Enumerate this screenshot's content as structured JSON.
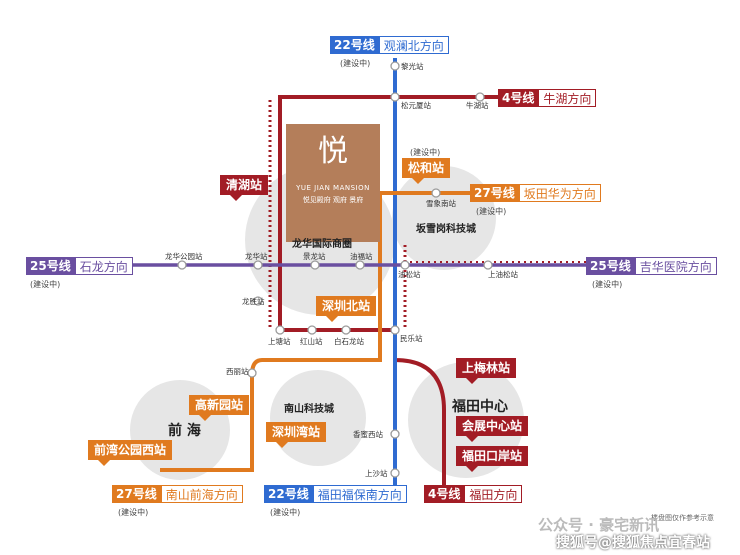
{
  "colors": {
    "line22": "#2f6bd1",
    "line4": "#a21c25",
    "line27": "#e07a1f",
    "line25": "#6a4fa0"
  },
  "labels": {
    "l22_north": {
      "num": "22号线",
      "dest": "观澜北方向",
      "sub": "(建设中)"
    },
    "l4_north": {
      "num": "4号线",
      "dest": "牛湖方向"
    },
    "l27_north": {
      "num": "27号线",
      "dest": "坂田华为方向",
      "sub": "(建设中)"
    },
    "l25_west": {
      "num": "25号线",
      "dest": "石龙方向",
      "sub": "(建设中)"
    },
    "l25_east": {
      "num": "25号线",
      "dest": "吉华医院方向",
      "sub": "(建设中)"
    },
    "l27_south": {
      "num": "27号线",
      "dest": "南山前海方向",
      "sub": "(建设中)"
    },
    "l22_south": {
      "num": "22号线",
      "dest": "福田福保南方向",
      "sub": "(建设中)"
    },
    "l4_south": {
      "num": "4号线",
      "dest": "福田方向"
    }
  },
  "tags": {
    "songhe_sub": "(建设中)",
    "songhe": "松和站",
    "qinghu": "清湖站",
    "shenzhenbei": "深圳北站",
    "shangmeilin": "上梅林站",
    "huizhan": "会展中心站",
    "futian_kouan": "福田口岸站",
    "gaoxinyuan": "高新园站",
    "shenzhenwan": "深圳湾站",
    "qianwan": "前湾公园西站"
  },
  "areas": {
    "longhua": "龙华国际商圈",
    "bantian": "坂雪岗科技城",
    "nanshan": "南山科技城",
    "qianhai": "前 海",
    "futian": "福田中心"
  },
  "project": {
    "logo": "悦",
    "en": "YUE JIAN MANSION",
    "cn": "悦见殿府  观府  景府"
  },
  "stations": {
    "liguang": "黎光站",
    "songyuansha": "松元厦站",
    "niuhu": "牛湖站",
    "xuexiangnan": "雪象南站",
    "longhuagongyuan": "龙华公园站",
    "longhua": "龙华站",
    "jinglong": "景龙站",
    "youfu": "油福站",
    "yousong": "油松站",
    "shangyousong": "上油松站",
    "longsheng": "龙胜站",
    "shangtang": "上塘站",
    "hongshan": "红山站",
    "baishilong": "白石龙站",
    "minle": "民乐站",
    "xili": "西丽站",
    "xiangmixihu": "香蜜西站",
    "shangsha": "上沙站"
  },
  "footer_note": "楼盘图仅作参考示意",
  "watermark": "公众号 · 豪宅新讯",
  "watermark2": "搜狐号@搜狐焦点宜春站"
}
